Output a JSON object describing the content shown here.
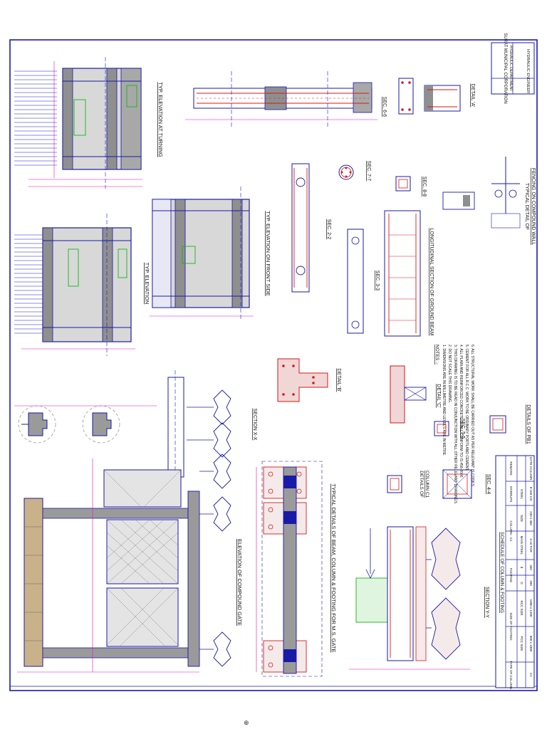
{
  "colors": {
    "outline": "#1a1aa8",
    "masonry": "#9a9a9a",
    "masonry_fill": "#d8d8d8",
    "concrete": "#8f8f8f",
    "rebar": "#d61a1a",
    "dimension": "#e010c8",
    "annotation": "#12b812",
    "gridline": "#1818d0",
    "text": "#111111"
  },
  "title_block": {
    "org": "SURAT MUNICIPAL CORPORATION",
    "dept": "HYDRAULIC DEPARTMENT",
    "footer": "HYDRAULIC ENGINEER"
  },
  "views": {
    "typ_elevation_turning": "TYP. ELEVATION AT TURNING",
    "typ_elevation": "TYP. ELEVATION",
    "elevation_front_side": "TYP. ELEVATION ON FRONT SIDE",
    "detail_a": "DETAIL 'A'",
    "sec_6_6": "SEC. 6-6",
    "sec_7_7": "SEC. 7-7",
    "sec_8_8": "SEC. 8-8",
    "sec_2_2": "SEC. 2-2",
    "sec_3_3": "SEC. 3-3",
    "sec_4_4": "SEC. 4-4",
    "sec_5_5": "SEC. 5-5",
    "ground_beam_section": "LONGITUDINAL SECTION OF GROUND BEAM",
    "fencing_detail_1": "TYPICAL DETAIL OF",
    "fencing_detail_2": "FENCING ON COMPOUND WALL",
    "section_xx": "SECTION X-X",
    "section_yy": "SECTION Y-Y",
    "detail_b": "DETAIL 'B'",
    "detail_c": "DETAIL 'C'",
    "details_pb1": "DETAILS OF PB1",
    "column_c1_detail_1": "DETAILS OF",
    "column_c1_detail_2": "COLUMN C1",
    "compound_gate": "ELEVATION OF COMPOUND GATE",
    "beam_column_footing": "TYPICAL DETAILS OF BEAM, COLUMN & FOOTING FOR M.S. GATE"
  },
  "notes": {
    "heading": "NOTES :-",
    "items": [
      "1. DIMENSIONS ARE IN MILLIMETRE AND LEVELS ARE IN METRE.",
      "2. DO NOT SCALE THIS DRAWING.",
      "3. THIS DRAWING IS TO BE READ IN CONJUNCTION WITH ALL OTHER RELEVANT DRAWINGS.",
      "4. ALL PLAIN AND REINFORCED CONCRETE SHALL CONFORM TO IS:456-2000.",
      "5. CEMENT FOR ALL R.C.C. WORK TO BE ORDINARY PORTLAND CEMENT.",
      "6. ALL STRUCTURAL WORK SHALL BE CARRIED OUT AS PER RELEVANT IS CODES."
    ]
  },
  "schedule": {
    "title": "SCHEDULE OF COLUMN & FOOTING",
    "headers": [
      "TYPE OF COLUMN",
      "SIZE OF FOOTING",
      "FOOTING",
      "COLUMN - C1",
      "STIRRUPS",
      "REMARK"
    ],
    "subheaders": [
      "",
      "PCC SIZE",
      "RCC SIZE",
      "D",
      "d",
      "MAIN STEEL",
      "SIZE",
      "STEEL",
      "",
      ""
    ],
    "row": [
      "C1",
      "800 x 1000",
      "1000 x 1200",
      "200",
      "450",
      "4-16 TOR",
      "230 x 450",
      "8-150 C/C",
      "",
      "GATE COLUMN"
    ]
  }
}
